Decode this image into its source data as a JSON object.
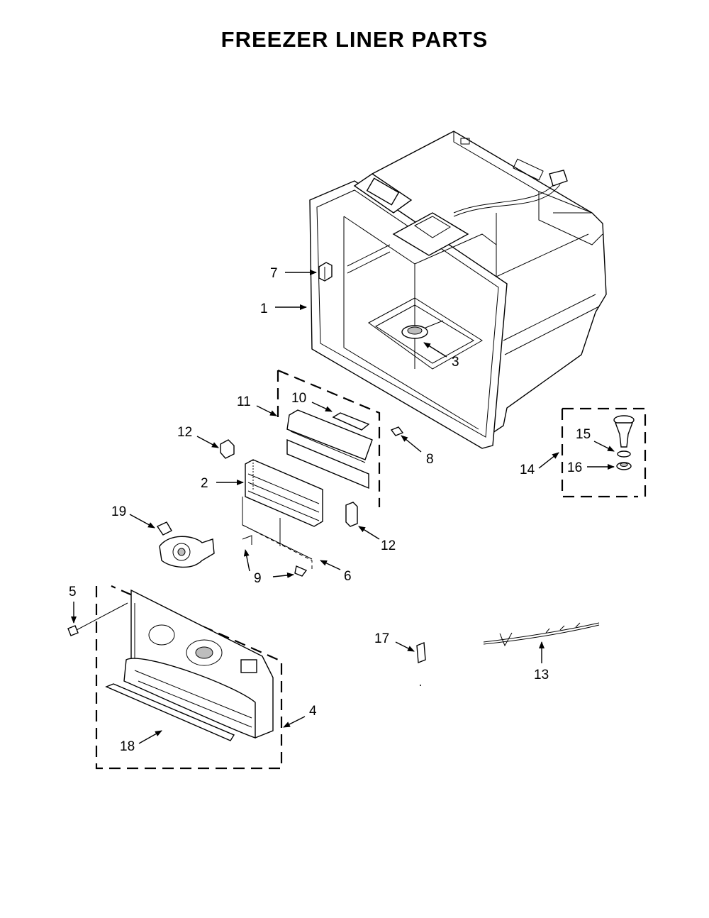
{
  "title": "FREEZER LINER PARTS",
  "callouts": {
    "c1": "1",
    "c2": "2",
    "c3": "3",
    "c4": "4",
    "c5": "5",
    "c6": "6",
    "c7": "7",
    "c8": "8",
    "c9a": "9",
    "c10": "10",
    "c11": "11",
    "c12a": "12",
    "c12b": "12",
    "c13": "13",
    "c14": "14",
    "c15": "15",
    "c16": "16",
    "c17": "17",
    "c18": "18",
    "c19": "19"
  }
}
